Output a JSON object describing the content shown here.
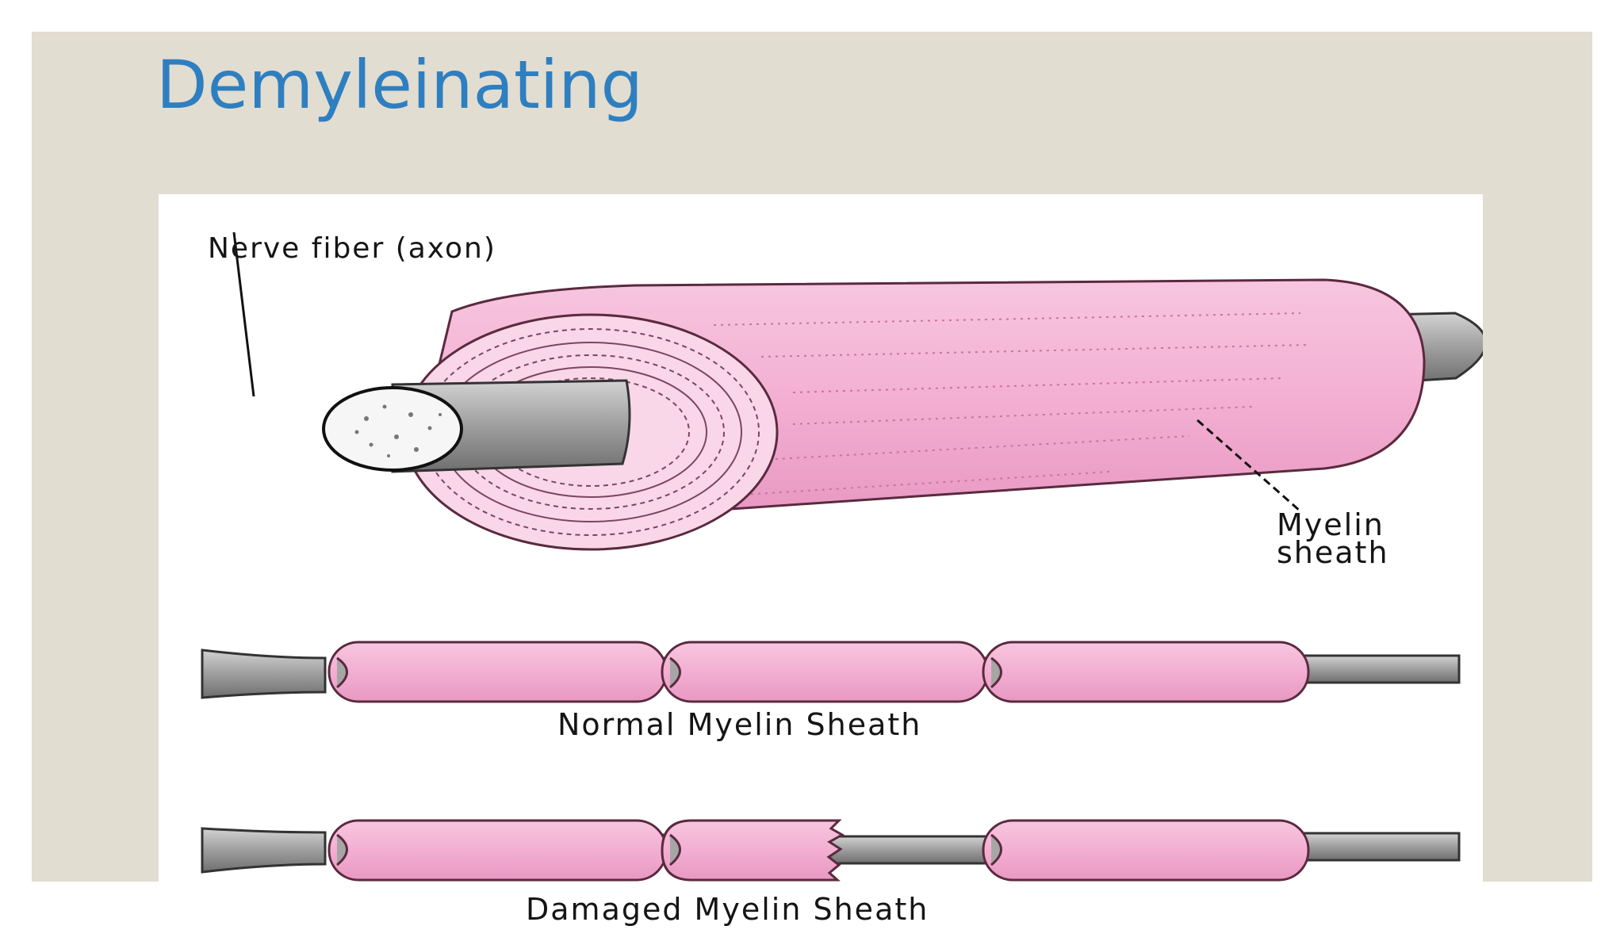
{
  "slide": {
    "title": "Demyleinating"
  },
  "diagram": {
    "labels": {
      "nerve_fiber": "Nerve fiber (axon)",
      "myelin_line1": "Myelin",
      "myelin_line2": "sheath",
      "normal_caption": "Normal Myelin Sheath",
      "damaged_caption": "Damaged Myelin Sheath"
    },
    "colors": {
      "slide_background": "#e2ddd1",
      "title": "#2e7fc0",
      "myelin": "#f4b2d4",
      "myelin_edge": "#5a2a3e",
      "axon": "#a6a6a6",
      "axon_edge": "#333333"
    }
  }
}
